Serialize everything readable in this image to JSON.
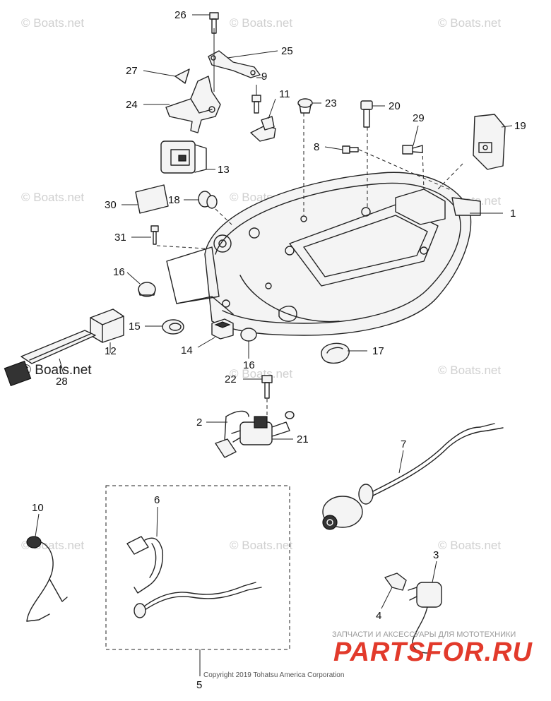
{
  "watermarks": [
    "© Boats.net",
    "© Boats.net",
    "© Boats.net",
    "© Boats.net",
    "© Boats.net",
    "© Boats.net",
    "© Boats.net",
    "© Boats.net",
    "© Boats.net",
    "© Boats.net",
    "© Boats.net",
    "© Boats.net"
  ],
  "callouts": [
    "26",
    "25",
    "27",
    "24",
    "9",
    "11",
    "23",
    "20",
    "29",
    "19",
    "8",
    "13",
    "30",
    "18",
    "1",
    "31",
    "16",
    "15",
    "12",
    "14",
    "16",
    "17",
    "28",
    "22",
    "2",
    "21",
    "7",
    "10",
    "6",
    "3",
    "4",
    "5"
  ],
  "copyright": "Copyright 2019 Tohatsu America Corporation",
  "brand": {
    "tagline": "ЗАПЧАСТИ И АКСЕССУАРЫ ДЛЯ МОТОТЕХНИКИ",
    "name": "PARTSFOR.RU",
    "color": "#e23a2b"
  }
}
